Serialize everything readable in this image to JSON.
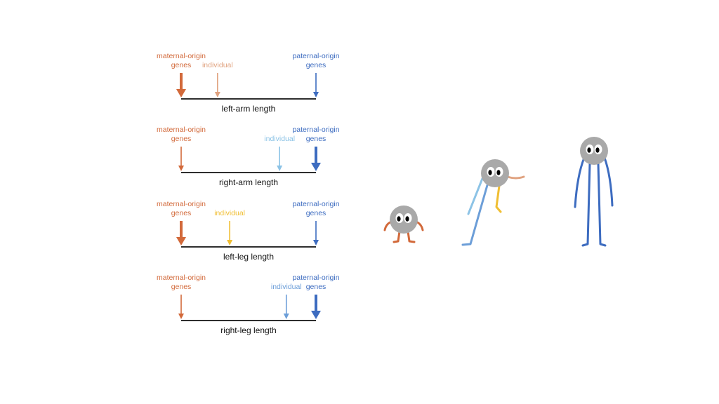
{
  "colors": {
    "maternal": "#D2693A",
    "paternal": "#3D6CC0",
    "axis": "#111111",
    "head": "#a9a9a9"
  },
  "labels": {
    "maternal_line1": "maternal-origin",
    "maternal_line2": "genes",
    "paternal_line1": "paternal-origin",
    "paternal_line2": "genes",
    "individual": "individual"
  },
  "panels": [
    {
      "title": "left-arm length",
      "individual_color": "#E0A27F",
      "maternal_dose": "strong",
      "paternal_dose": "weak",
      "individual_level": 0.27
    },
    {
      "title": "right-arm length",
      "individual_color": "#8CC3E6",
      "maternal_dose": "weak",
      "paternal_dose": "strong",
      "individual_level": 0.73
    },
    {
      "title": "left-leg length",
      "individual_color": "#F0BE32",
      "maternal_dose": "strong",
      "paternal_dose": "weak",
      "individual_level": 0.36
    },
    {
      "title": "right-leg length",
      "individual_color": "#6C9ED8",
      "maternal_dose": "weak",
      "paternal_dose": "strong",
      "individual_level": 0.78
    }
  ],
  "figures": [
    {
      "name": "short-limbed creature"
    },
    {
      "name": "mixed-limb creature"
    },
    {
      "name": "long-limbed creature"
    }
  ]
}
